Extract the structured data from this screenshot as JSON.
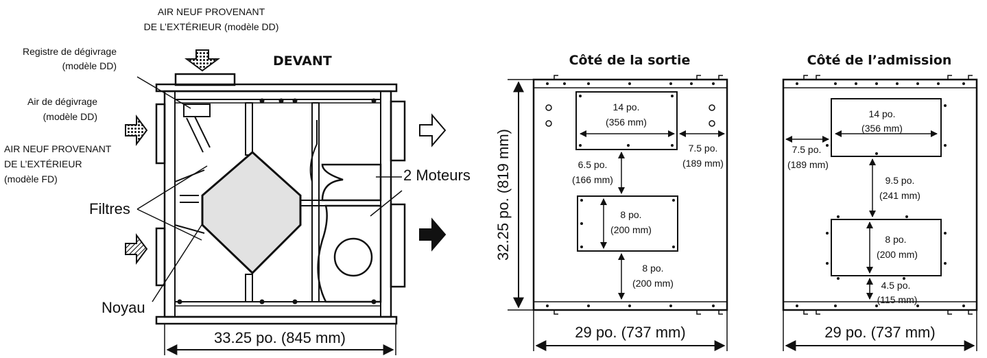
{
  "front": {
    "heading": "DEVANT",
    "top_air_line1": "AIR NEUF PROVENANT",
    "top_air_line2": "DE L’EXTÉRIEUR (modèle DD)",
    "registre_line1": "Registre de dégivrage",
    "registre_line2": "(modèle DD)",
    "degivrage_line1": "Air de dégivrage",
    "degivrage_line2": "(modèle DD)",
    "fd_line1": "AIR NEUF PROVENANT",
    "fd_line2": "DE L’EXTÉRIEUR",
    "fd_line3": "(modèle FD)",
    "filtres": "Filtres",
    "noyau": "Noyau",
    "moteurs": "2 Moteurs",
    "width_dim": "33.25 po. (845 mm)"
  },
  "outlet": {
    "title": "Côté de la sortie",
    "height_dim": "32.25 po. (819 mm)",
    "width_dim": "29 po. (737 mm)",
    "top_port": [
      "14 po.",
      "(356 mm)"
    ],
    "side_gap": [
      "7.5 po.",
      "(189 mm)"
    ],
    "mid_gap": [
      "6.5 po.",
      "(166 mm)"
    ],
    "bottom_port": [
      "8 po.",
      "(200 mm)"
    ],
    "bottom_gap": [
      "8 po.",
      "(200 mm)"
    ]
  },
  "inlet": {
    "title": "Côté de l’admission",
    "width_dim": "29 po. (737 mm)",
    "top_port": [
      "14 po.",
      "(356 mm)"
    ],
    "side_gap": [
      "7.5 po.",
      "(189 mm)"
    ],
    "mid_gap": [
      "9.5 po.",
      "(241 mm)"
    ],
    "bottom_port": [
      "8 po.",
      "(200 mm)"
    ],
    "bottom_gap": [
      "4.5 po.",
      "(115 mm)"
    ]
  }
}
